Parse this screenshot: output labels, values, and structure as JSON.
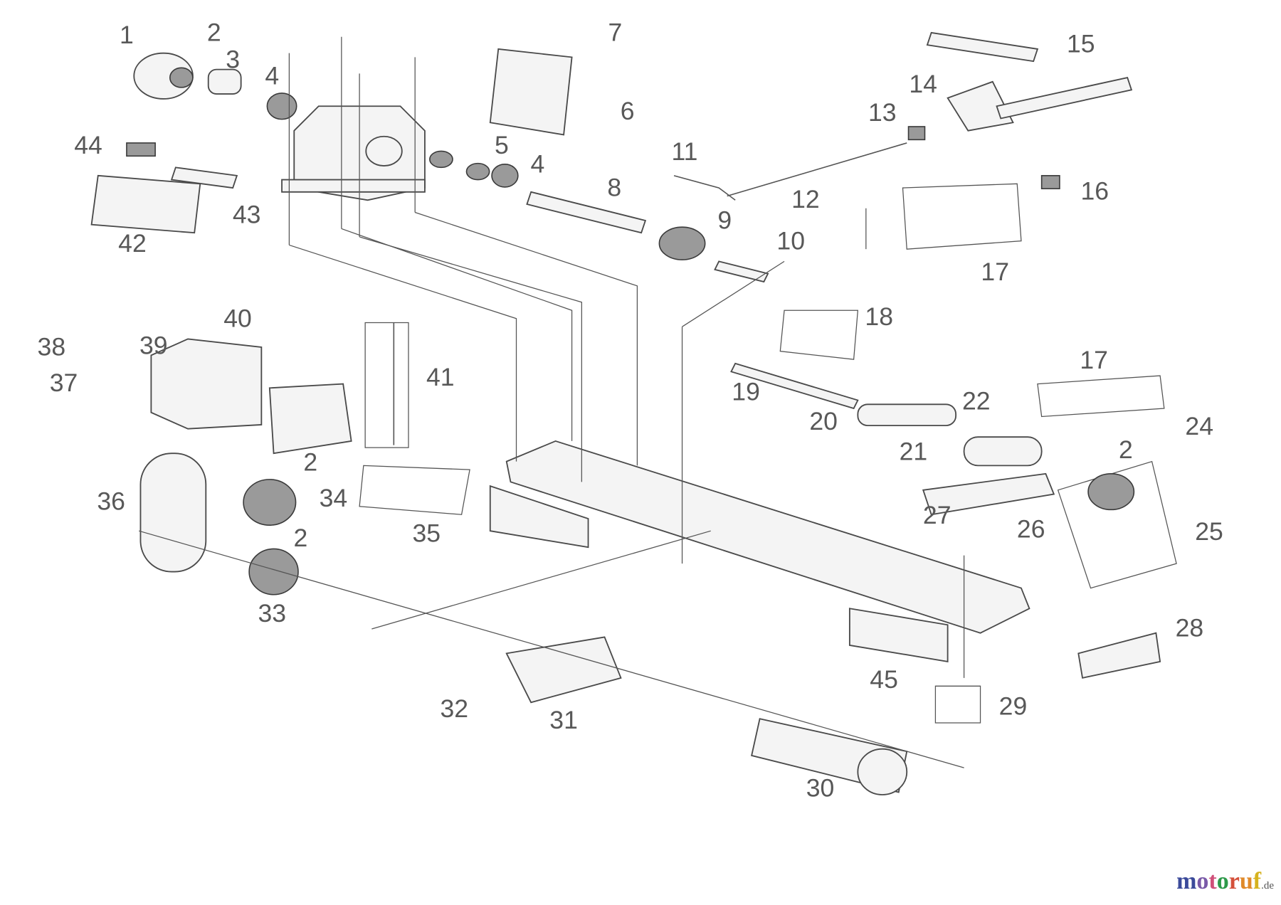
{
  "diagram": {
    "type": "exploded parts diagram",
    "part_labels": [
      "1",
      "2",
      "3",
      "4",
      "7",
      "6",
      "5",
      "4",
      "44",
      "43",
      "42",
      "8",
      "9",
      "10",
      "11",
      "12",
      "13",
      "14",
      "15",
      "16",
      "17",
      "18",
      "19",
      "20",
      "21",
      "22",
      "17",
      "24",
      "2",
      "25",
      "26",
      "27",
      "28",
      "29",
      "45",
      "30",
      "31",
      "32",
      "33",
      "34",
      "2",
      "2",
      "36",
      "35",
      "41",
      "40",
      "39",
      "38",
      "37"
    ]
  },
  "watermark": {
    "letters": [
      "m",
      "o",
      "t",
      "o",
      "r",
      "u",
      "f"
    ],
    "suffix": ".de",
    "colors": [
      "#3b4a9a",
      "#7a5aa8",
      "#d0507a",
      "#2e9a4a",
      "#d4503a",
      "#e08a2a",
      "#d6b21e"
    ]
  }
}
